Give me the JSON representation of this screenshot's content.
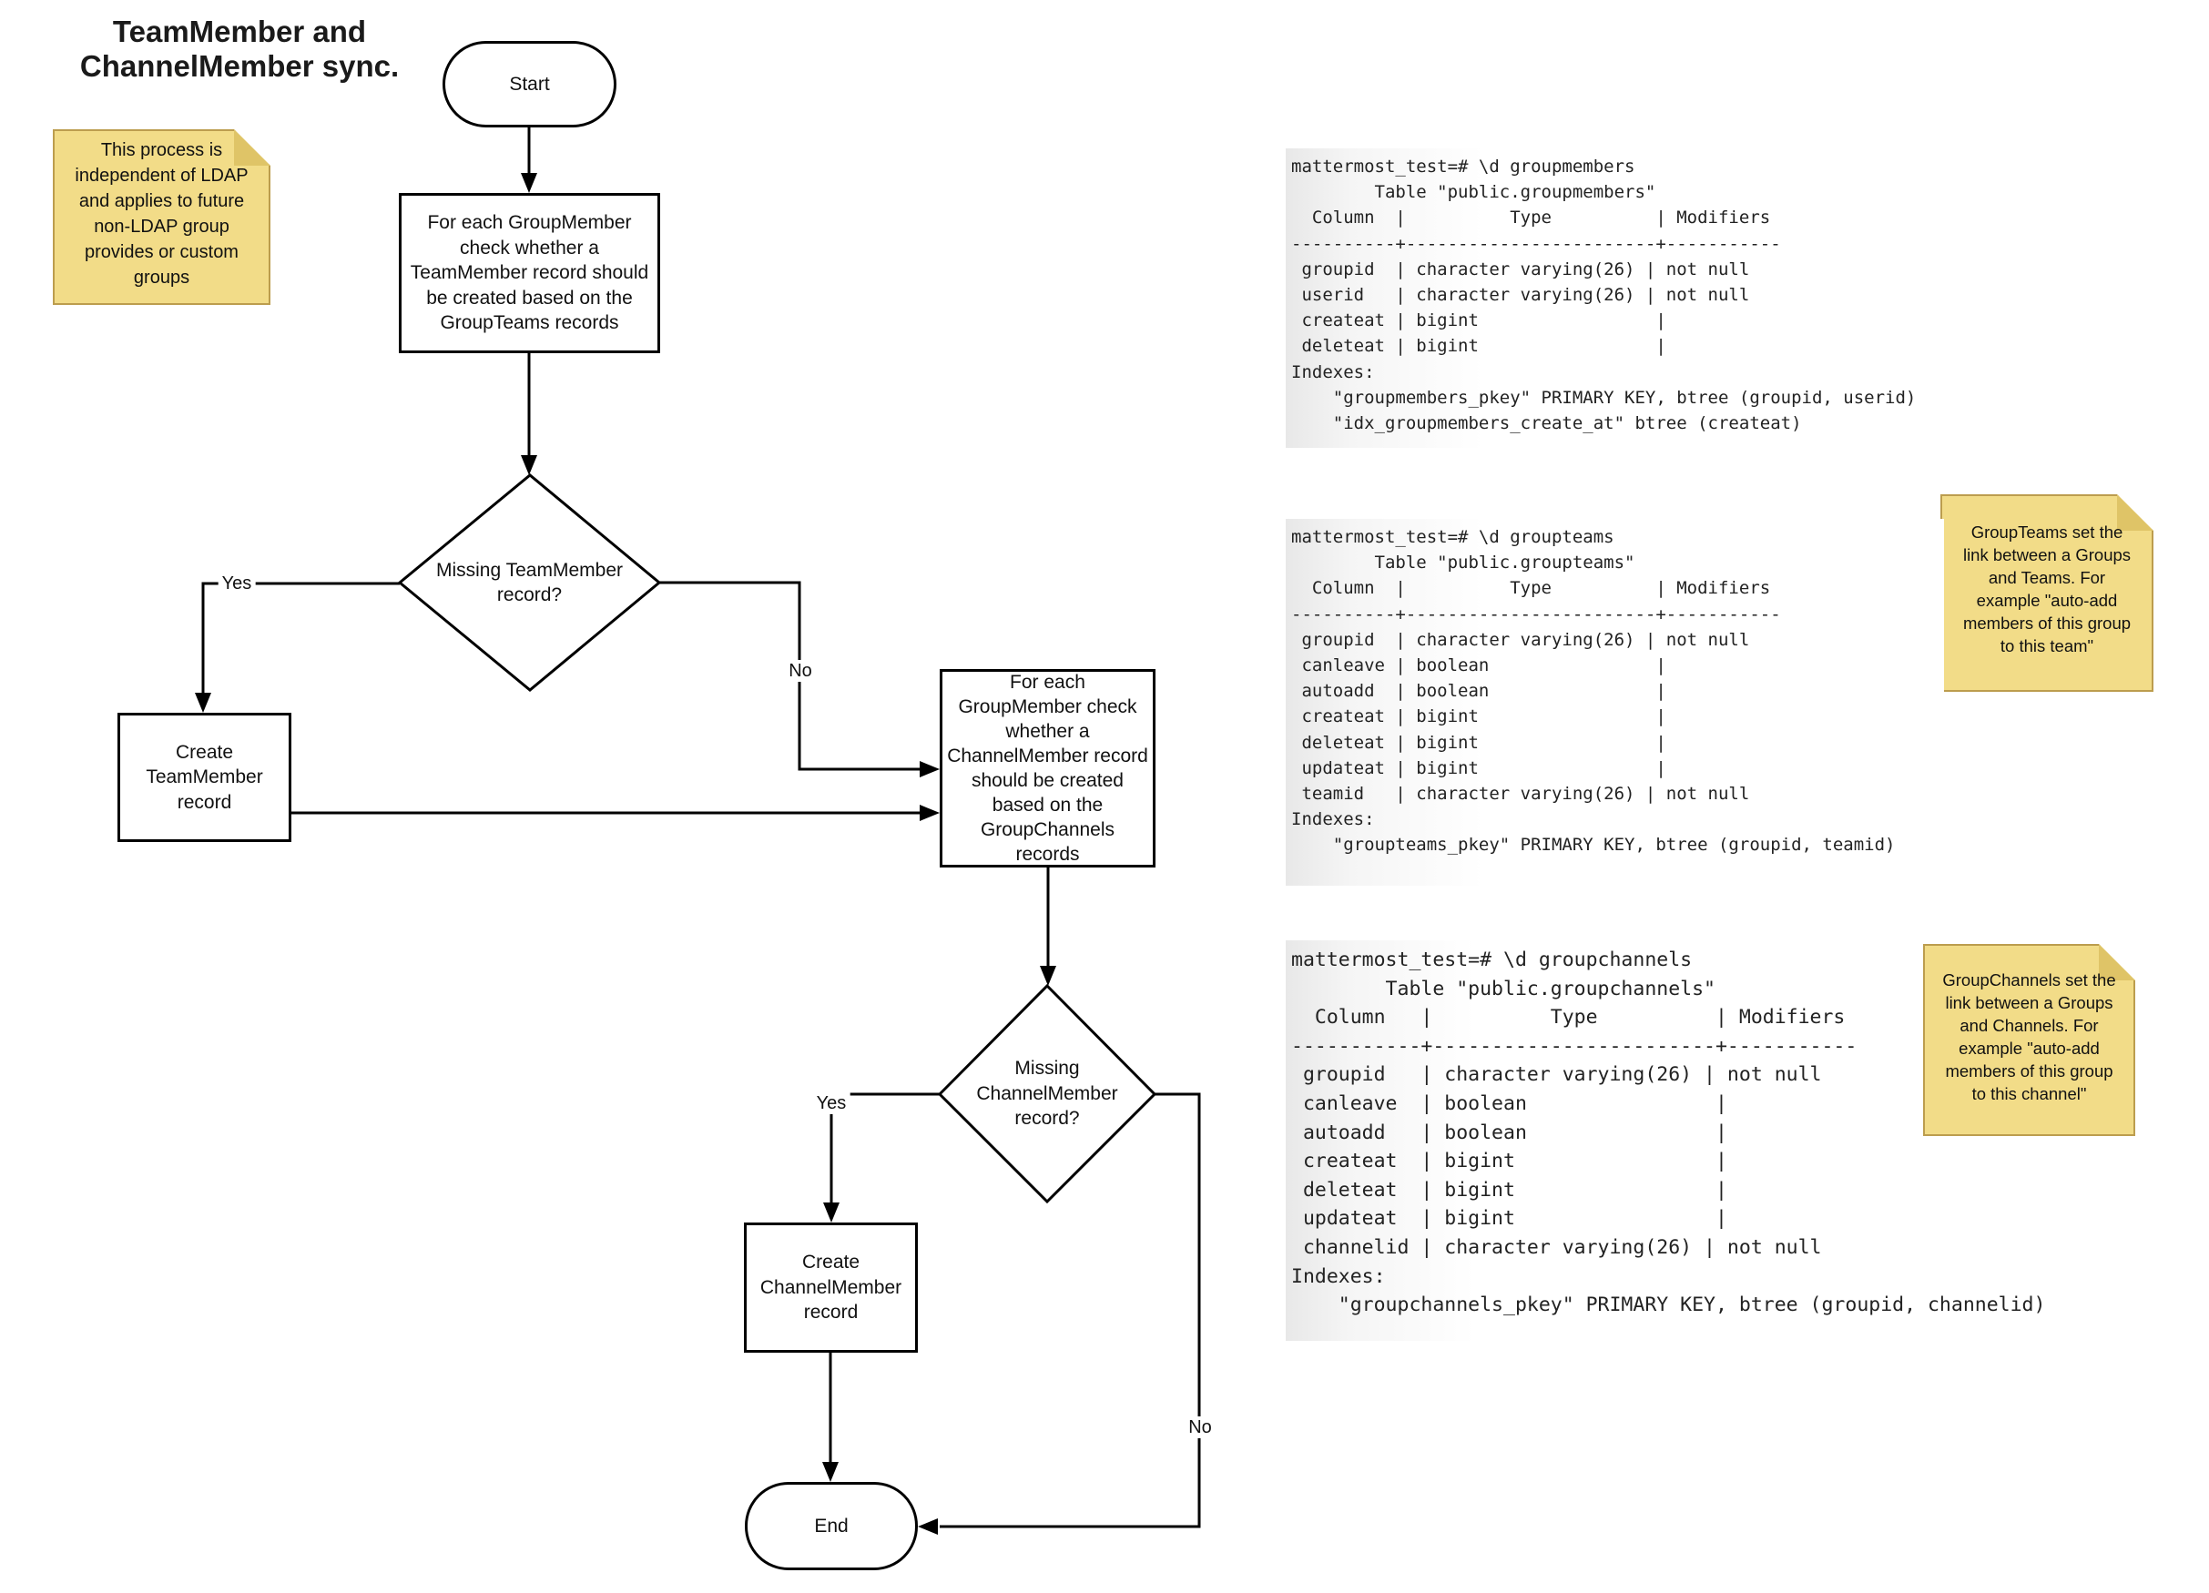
{
  "title": "TeamMember and\nChannelMember sync.",
  "notes": {
    "ldap": "This process is\nindependent of LDAP\nand applies to future\nnon-LDAP group\nprovides or custom\ngroups",
    "groupteams": "GroupTeams set the\nlink between a Groups\nand Teams. For\nexample \"auto-add\nmembers of this group\nto this team\"",
    "groupchannels": "GroupChannels set the\nlink between a Groups\nand Channels. For\nexample \"auto-add\nmembers of this group\nto this channel\""
  },
  "flowchart": {
    "start": "Start",
    "check_teammember": "For each GroupMember\ncheck whether a\nTeamMember record should\nbe created based on the\nGroupTeams records",
    "decision_teammember": "Missing TeamMember\nrecord?",
    "create_teammember": "Create\nTeamMember\nrecord",
    "check_channelmember": "For each\nGroupMember check\nwhether a\nChannelMember record\nshould be created\nbased on the\nGroupChannels\nrecords",
    "decision_channelmember": "Missing\nChannelMember\nrecord?",
    "create_channelmember": "Create\nChannelMember\nrecord",
    "end": "End",
    "labels": {
      "yes1": "Yes",
      "no1": "No",
      "yes2": "Yes",
      "no2": "No"
    }
  },
  "psql": {
    "groupmembers": "mattermost_test=# \\d groupmembers\n        Table \"public.groupmembers\"\n  Column  |          Type          | Modifiers\n----------+------------------------+-----------\n groupid  | character varying(26) | not null\n userid   | character varying(26) | not null\n createat | bigint                 |\n deleteat | bigint                 |\nIndexes:\n    \"groupmembers_pkey\" PRIMARY KEY, btree (groupid, userid)\n    \"idx_groupmembers_create_at\" btree (createat)",
    "groupteams": "mattermost_test=# \\d groupteams\n        Table \"public.groupteams\"\n  Column  |          Type          | Modifiers\n----------+------------------------+-----------\n groupid  | character varying(26) | not null\n canleave | boolean                |\n autoadd  | boolean                |\n createat | bigint                 |\n deleteat | bigint                 |\n updateat | bigint                 |\n teamid   | character varying(26) | not null\nIndexes:\n    \"groupteams_pkey\" PRIMARY KEY, btree (groupid, teamid)",
    "groupchannels": "mattermost_test=# \\d groupchannels\n        Table \"public.groupchannels\"\n  Column   |          Type          | Modifiers\n-----------+------------------------+-----------\n groupid   | character varying(26) | not null\n canleave  | boolean                |\n autoadd   | boolean                |\n createat  | bigint                 |\n deleteat  | bigint                 |\n updateat  | bigint                 |\n channelid | character varying(26) | not null\nIndexes:\n    \"groupchannels_pkey\" PRIMARY KEY, btree (groupid, channelid)"
  },
  "colors": {
    "note-fill": "#f2dc88",
    "note-border": "#bc9d4e",
    "note-fold": "#dfc467",
    "line": "#000000",
    "code-bg": "#e8e8e8"
  }
}
